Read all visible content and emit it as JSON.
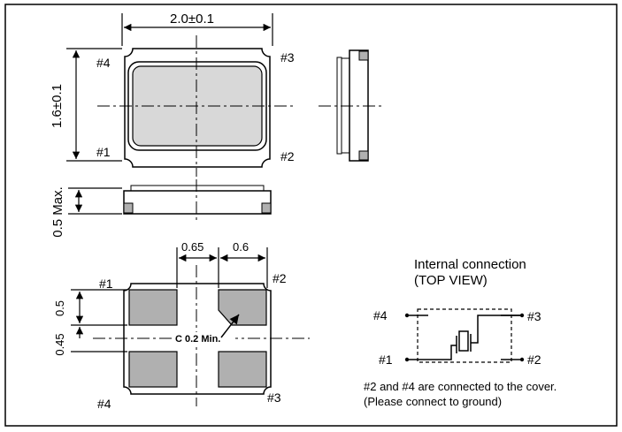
{
  "dimensions": {
    "width_top": "2.0±0.1",
    "height_side": "1.6±0.1",
    "thickness": "0.5 Max.",
    "pad_pitch_left": "0.65",
    "pad_pitch_right": "0.6",
    "pad_height_top": "0.5",
    "pad_height_bottom": "0.45",
    "corner_clearance": "C 0.2 Min."
  },
  "top_view_pins": {
    "p4": "#4",
    "p3": "#3",
    "p1": "#1",
    "p2": "#2"
  },
  "footprint_pins": {
    "p1": "#1",
    "p2": "#2",
    "p4": "#4",
    "p3": "#3"
  },
  "internal_connection": {
    "title_line1": "Internal connection",
    "title_line2": "(TOP VIEW)",
    "p4": "#4",
    "p3": "#3",
    "p1": "#1",
    "p2": "#2",
    "note_line1": "#2 and #4 are connected to the cover.",
    "note_line2": "(Please connect to ground)"
  },
  "colors": {
    "line": "#000000",
    "pad": "#b0b0b0",
    "body": "#d8d8d8",
    "package": "#ffffff"
  }
}
